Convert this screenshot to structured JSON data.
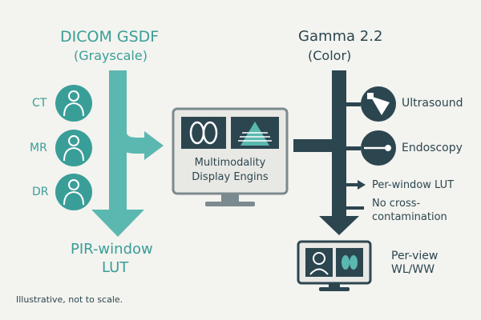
{
  "left": {
    "title_line1": "DICOM GSDF",
    "title_line2": "(Grayscale)",
    "modalities": [
      "CT",
      "MR",
      "DR"
    ],
    "bottom_line1": "PIR-window",
    "bottom_line2": "LUT"
  },
  "right": {
    "title_line1": "Gamma 2.2",
    "title_line2": "(Color)",
    "modalities": [
      "Ultrasound",
      "Endoscopy"
    ],
    "branch_1": "Per-window LUT",
    "branch_2_line1": "No cross-",
    "branch_2_line2": "contamination",
    "bottom_line1": "Per-view",
    "bottom_line2": "WL/WW"
  },
  "monitor": {
    "line1": "Multimodality",
    "line2": "Display Engins"
  },
  "footnote": "Illustrative, not to scale.",
  "colors": {
    "teal": "#3a9e98",
    "teal_light": "#5bb8b0",
    "dark": "#2c4650",
    "background": "#f3f3ef"
  }
}
